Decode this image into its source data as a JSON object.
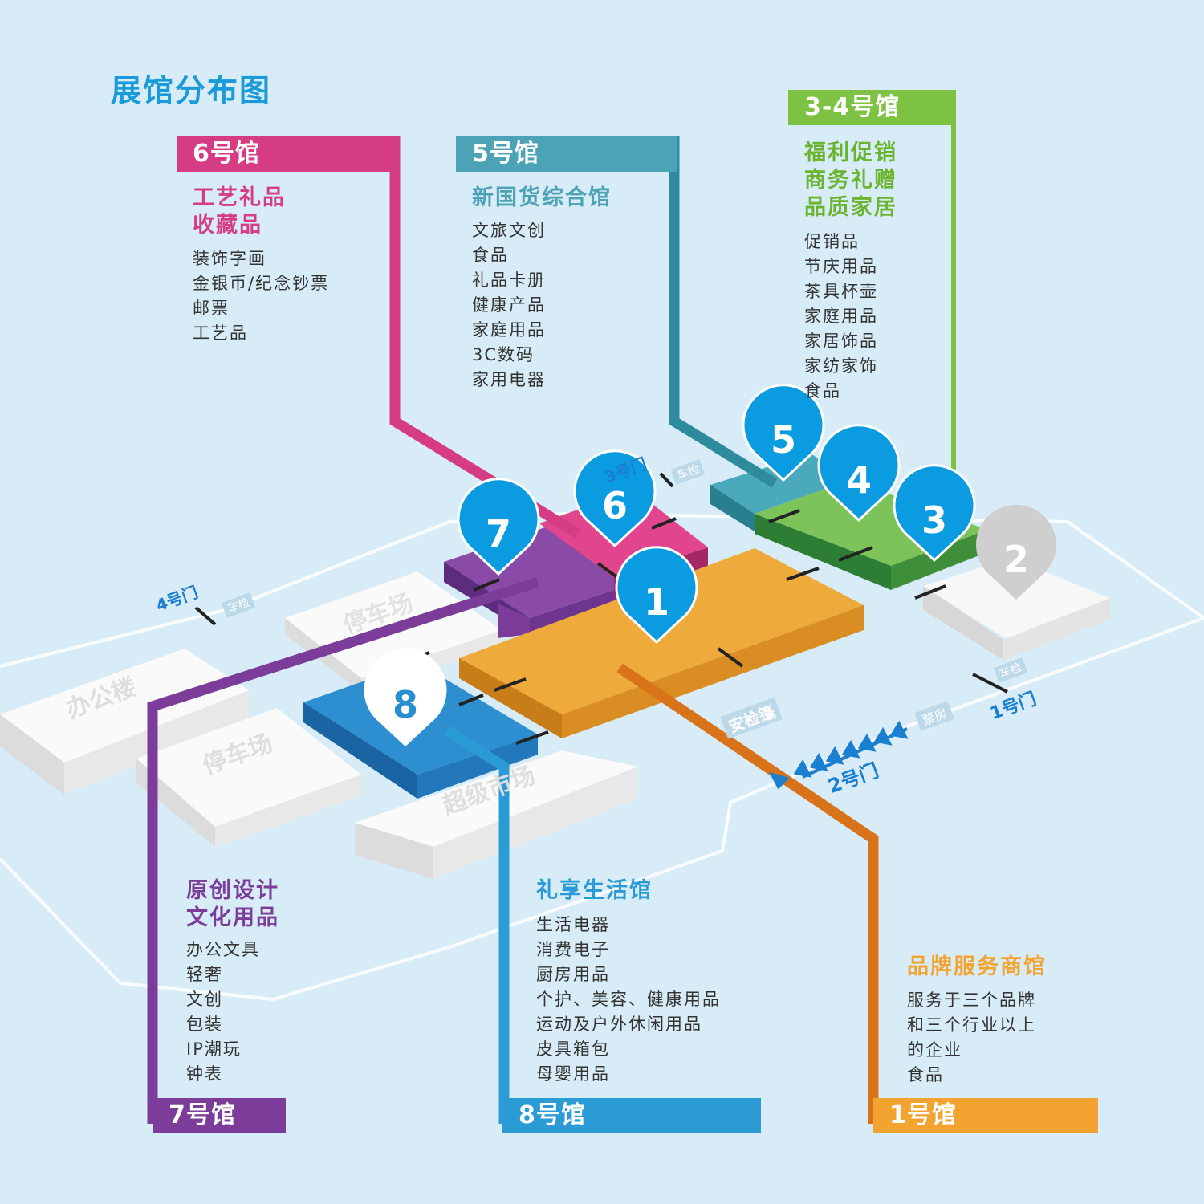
{
  "title": "展馆分布图",
  "halls": {
    "h6": {
      "tab": "6号馆",
      "heading": [
        "工艺礼品",
        "收藏品"
      ],
      "items": [
        "装饰字画",
        "金银币/纪念钞票",
        "邮票",
        "工艺品"
      ],
      "color": "#d63c84"
    },
    "h5": {
      "tab": "5号馆",
      "heading": [
        "新国货综合馆"
      ],
      "items": [
        "文旅文创",
        "食品",
        "礼品卡册",
        "健康产品",
        "家庭用品",
        "3C数码",
        "家用电器"
      ],
      "color": "#4ba3b5"
    },
    "h34": {
      "tab": "3-4号馆",
      "heading": [
        "福利促销",
        "商务礼赠",
        "品质家居"
      ],
      "items": [
        "促销品",
        "节庆用品",
        "茶具杯壶",
        "家庭用品",
        "家居饰品",
        "家纺家饰",
        "食品"
      ],
      "color": "#7dc242"
    },
    "h7": {
      "tab": "7号馆",
      "heading": [
        "原创设计",
        "文化用品"
      ],
      "items": [
        "办公文具",
        "轻奢",
        "文创",
        "包装",
        "IP潮玩",
        "钟表"
      ],
      "color": "#7b3d99"
    },
    "h8": {
      "tab": "8号馆",
      "heading": [
        "礼享生活馆"
      ],
      "items": [
        "生活电器",
        "消费电子",
        "厨房用品",
        "个护、美容、健康用品",
        "运动及户外休闲用品",
        "皮具箱包",
        "母婴用品"
      ],
      "color": "#2a9bd5"
    },
    "h1": {
      "tab": "1号馆",
      "heading": [
        "品牌服务商馆"
      ],
      "items": [
        "服务于三个品牌",
        "和三个行业以上",
        "的企业",
        "食品"
      ],
      "color": "#f3a32f"
    }
  },
  "pins": [
    "1",
    "2",
    "3",
    "4",
    "5",
    "6",
    "7",
    "8"
  ],
  "map_labels": {
    "parking_top": "停车场",
    "parking_bottom": "停车场",
    "office": "办公楼",
    "supermarket": "超级市场",
    "security": "安检篷",
    "ticket": "票房",
    "gate1": "1号门",
    "gate2": "2号门",
    "gate3": "3号门",
    "gate4": "4号门",
    "vehicle_check": "车检"
  },
  "colors": {
    "background": "#d7ecf7",
    "pin": "#0a9be0",
    "pin_gray": "#cfcfcf",
    "hall1": "#eaa133",
    "hall34": "#6dbb4f",
    "hall5": "#3e9fb3",
    "hall6": "#d63c84",
    "hall7": "#7b3d99",
    "hall8": "#2a8fcf",
    "hall2": "#f2f2f2"
  }
}
